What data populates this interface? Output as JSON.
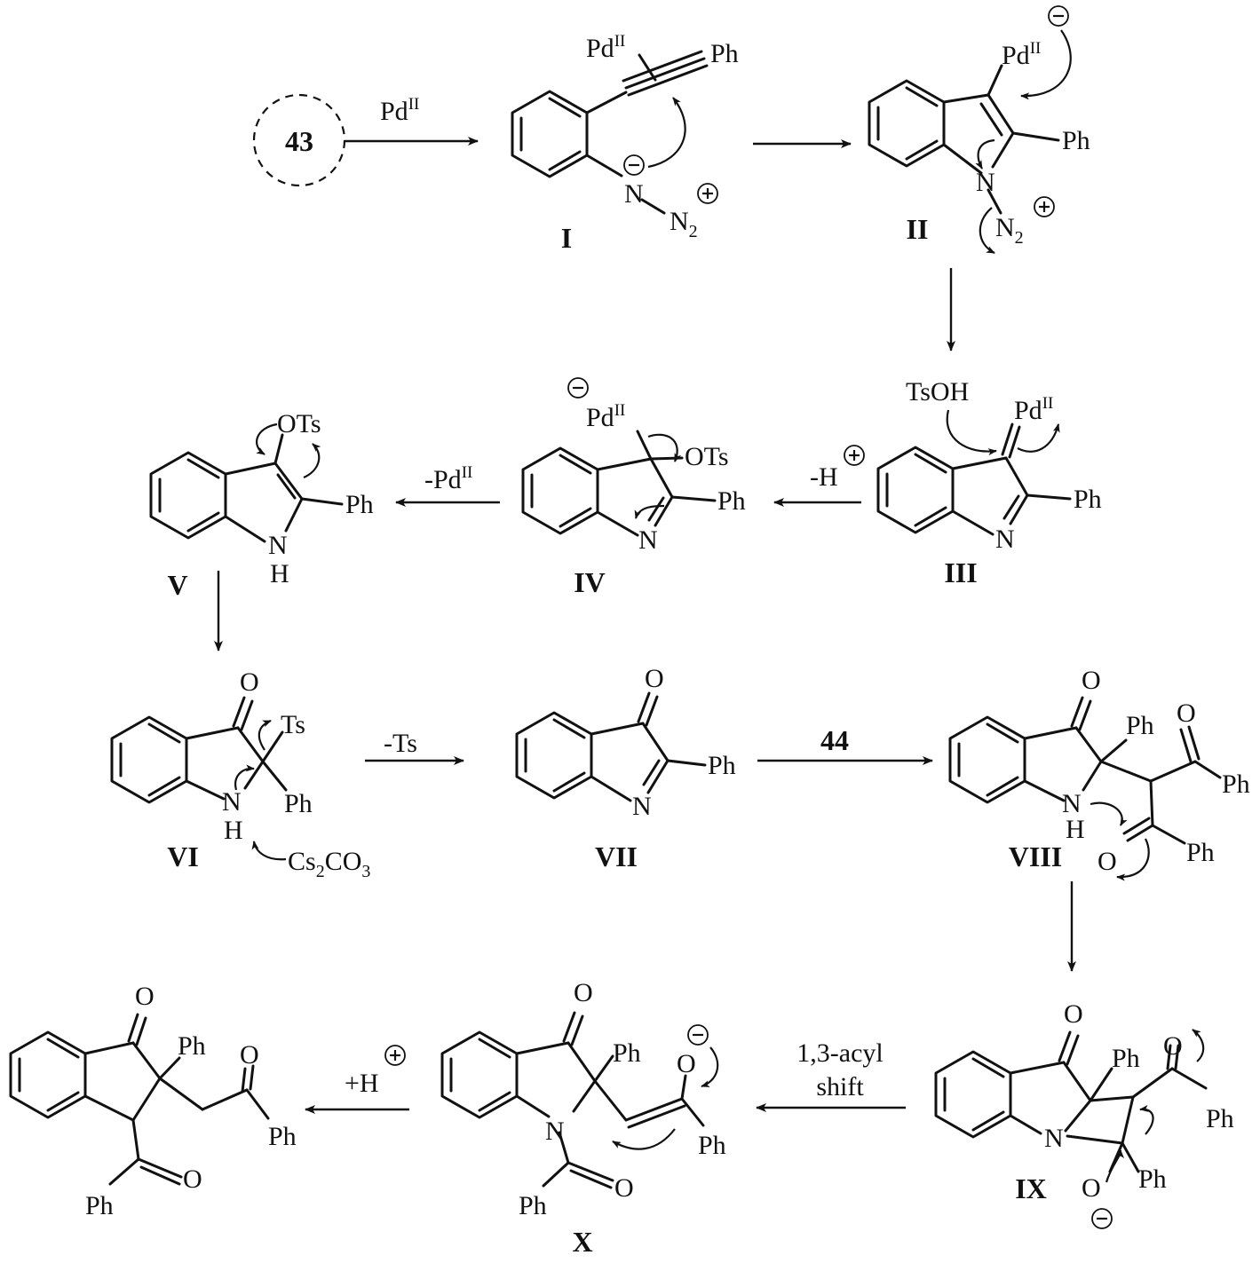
{
  "start": {
    "label": "43"
  },
  "reagents": {
    "pd": "Pd",
    "pd_ox": "II",
    "tsoh": "TsOH",
    "minus_h": "-H",
    "minus_pd": "-Pd",
    "minus_ts": "-Ts",
    "reagent_44": "44",
    "cs": "Cs",
    "cs_sub": "2",
    "co": "CO",
    "co_sub": "3",
    "acyl_line1": "1,3-acyl",
    "acyl_line2": "shift",
    "plus_h": "+H"
  },
  "compounds": {
    "I": "I",
    "II": "II",
    "III": "III",
    "IV": "IV",
    "V": "V",
    "VI": "VI",
    "VII": "VII",
    "VIII": "VIII",
    "IX": "IX",
    "X": "X"
  },
  "atoms": {
    "ph": "Ph",
    "n": "N",
    "nh": "N",
    "h": "H",
    "o": "O",
    "ots": "OTs",
    "ts": "Ts",
    "n2": "N",
    "n2_sub": "2",
    "plus": "+",
    "minus": "−"
  }
}
